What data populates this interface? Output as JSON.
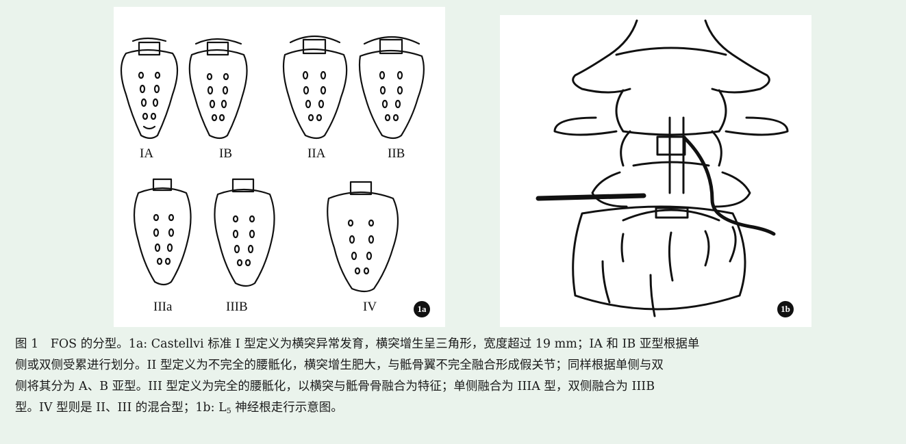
{
  "panel_a": {
    "labels": [
      "IA",
      "IB",
      "IIA",
      "IIB",
      "IIIa",
      "IIIB",
      "IV"
    ],
    "badge": "1a"
  },
  "panel_b": {
    "badge": "1b"
  },
  "caption": {
    "line1": "图 1　FOS 的分型。1a: Castellvi 标准 I 型定义为横突异常发育，横突增生呈三角形，宽度超过 19 mm；IA 和 IB 亚型根据单",
    "line2": "侧或双侧受累进行划分。II 型定义为不完全的腰骶化，横突增生肥大，与骶骨翼不完全融合形成假关节；同样根据单侧与双",
    "line3": "侧将其分为 A、B 亚型。III 型定义为完全的腰骶化，以横突与骶骨骨融合为特征；单侧融合为 IIIA 型，双侧融合为 IIIB",
    "line4_pre": "型。IV 型则是 II、III 的混合型；1b: L",
    "line4_sub": "5",
    "line4_post": " 神经根走行示意图。"
  }
}
